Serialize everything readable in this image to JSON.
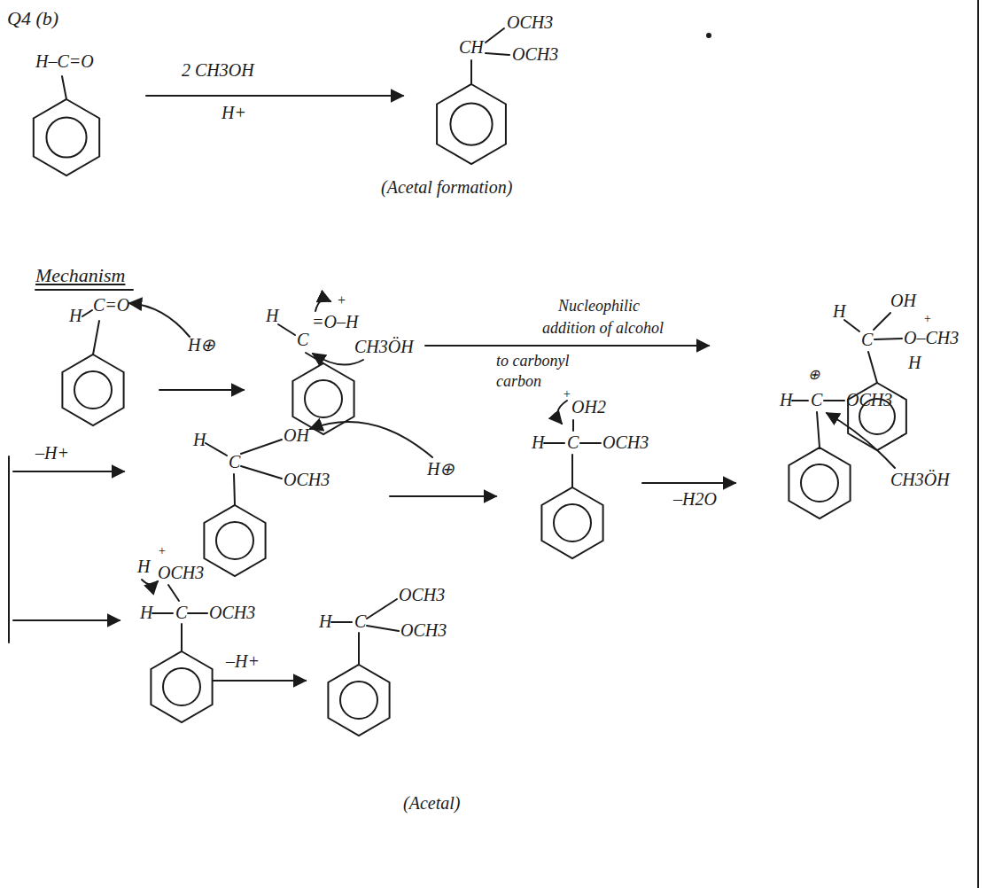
{
  "diagram": {
    "labels": [
      "Q4 (b)",
      "H–C=O",
      "2 CH3OH",
      "H+",
      "CH",
      "OCH3",
      "OCH3",
      "(Acetal formation)",
      "Mechanism",
      "H",
      "C=O",
      "H⊕",
      "H",
      "C",
      "=O–H",
      "+",
      "CH3ÖH",
      "Nucleophilic",
      "addition of alcohol",
      "to carbonyl",
      "carbon",
      "H",
      "C",
      "OH",
      "O–CH3",
      "+",
      "H",
      "–H+",
      "H",
      "C",
      "OH",
      "OCH3",
      "H⊕",
      "+",
      "OH2",
      "H",
      "C",
      "OCH3",
      "–H2O",
      "⊕",
      "H",
      "C",
      "OCH3",
      "CH3ÖH",
      "H",
      "+",
      "OCH3",
      "H",
      "C",
      "OCH3",
      "–H+",
      "H",
      "C",
      "OCH3",
      "OCH3",
      "(Acetal)"
    ]
  }
}
